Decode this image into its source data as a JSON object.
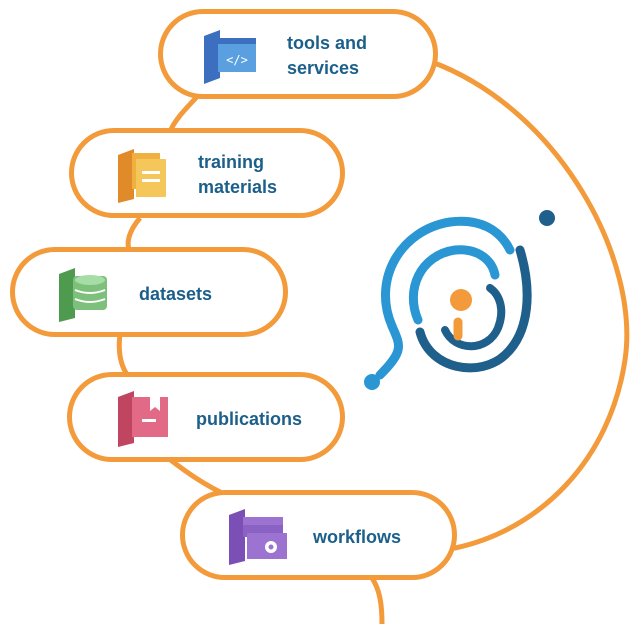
{
  "colors": {
    "connector_orange": "#f39a3b",
    "label_blue": "#1b5f8a",
    "logo_light_blue": "#2a97d4",
    "logo_dark_blue": "#1f5f8b",
    "logo_orange": "#f39a3b"
  },
  "items": [
    {
      "label": "tools and\nservices",
      "icon": "code-window-icon",
      "color": "#3d6fc0",
      "accent": "#5aa0e0"
    },
    {
      "label": "training\nmaterials",
      "icon": "document-stack-icon",
      "color": "#e08a2a",
      "accent": "#f5c75a"
    },
    {
      "label": "datasets",
      "icon": "database-icon",
      "color": "#4e9a4e",
      "accent": "#7cc07c"
    },
    {
      "label": "publications",
      "icon": "bookmark-book-icon",
      "color": "#c04560",
      "accent": "#e26a86"
    },
    {
      "label": "workflows",
      "icon": "gear-folder-icon",
      "color": "#7b4fb5",
      "accent": "#9d73d1"
    }
  ]
}
